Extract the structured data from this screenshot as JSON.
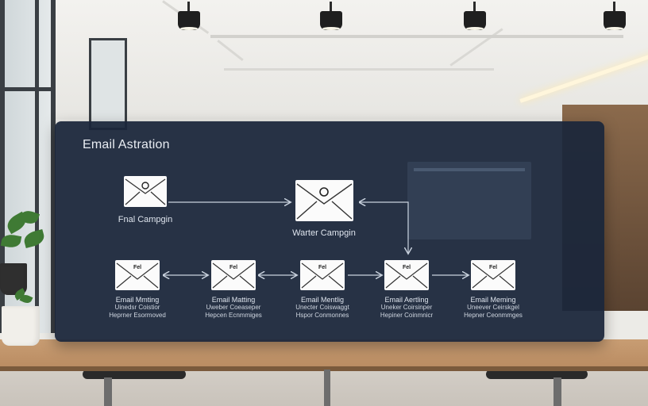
{
  "panel": {
    "title": "Email Astration",
    "top_nodes": [
      {
        "label": "Fnal Campgin",
        "glyph": "☉"
      },
      {
        "label": "Warter Campgin",
        "glyph": "☉"
      }
    ],
    "bottom_nodes": [
      {
        "tag": "Fel",
        "label": "Email Mmting",
        "line2": "Uinedsr Coistior",
        "line3": "Heprner Esormoved"
      },
      {
        "tag": "Fel",
        "label": "Email Matting",
        "line2": "Uweber Coeaseper",
        "line3": "Hepcen Ecnmmiges"
      },
      {
        "tag": "Fel",
        "label": "Email Mentlig",
        "line2": "Unecter Coiswaggt",
        "line3": "Hspor Conmonnes"
      },
      {
        "tag": "Fel",
        "label": "Email Aertling",
        "line2": "Uneker Coirsinper",
        "line3": "Hepiner Coinmnicr"
      },
      {
        "tag": "Fel",
        "label": "Email Meming",
        "line2": "Uneever Ceirskgel",
        "line3": "Hepner Ceonmmges"
      }
    ]
  },
  "colors": {
    "panel_bg": "#1b263a",
    "envelope": "#fbfbfb",
    "arrow": "#c9d2de",
    "text": "#dfe5ee"
  },
  "icons": [
    "envelope-icon",
    "ceiling-lamp-icon",
    "plant-icon"
  ]
}
